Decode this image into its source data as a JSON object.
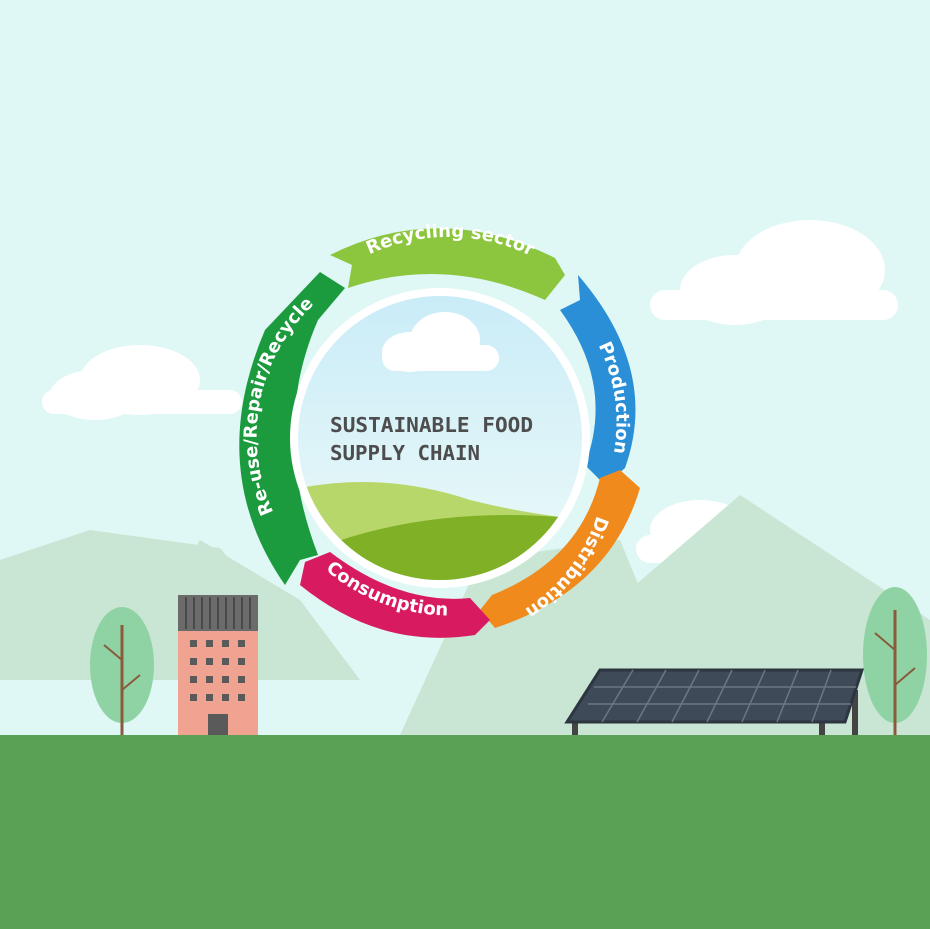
{
  "title": {
    "line1": "Sustainable Food",
    "line2": "Supply Chain"
  },
  "cycle": [
    {
      "id": "recycling-sector",
      "label": "Recycling sector",
      "color": "#8cc63f"
    },
    {
      "id": "production",
      "label": "Production",
      "color": "#2a8fd6"
    },
    {
      "id": "distribution",
      "label": "Distribution",
      "color": "#f08a1c"
    },
    {
      "id": "consumption",
      "label": "Consumption",
      "color": "#d81b60"
    },
    {
      "id": "reuse",
      "label": "Re-use/Repair/Recycle",
      "color": "#1b9a3e"
    }
  ],
  "scene": {
    "sky_color": "#dff7f5",
    "ground_color": "#5aa155",
    "mountain_color": "#c8e6d3"
  }
}
